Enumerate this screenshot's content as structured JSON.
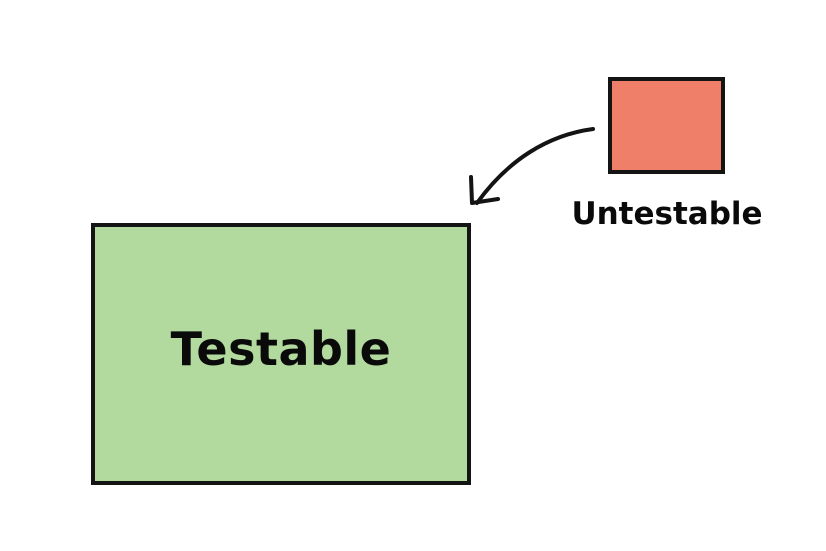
{
  "diagram": {
    "testable": {
      "label": "Testable",
      "fill_color": "#b3da9e"
    },
    "untestable": {
      "label": "Untestable",
      "fill_color": "#f07f6a"
    },
    "arrow": {
      "from": "untestable",
      "to": "testable",
      "icon": "curved-arrow-icon"
    },
    "stroke_color": "#141414"
  }
}
